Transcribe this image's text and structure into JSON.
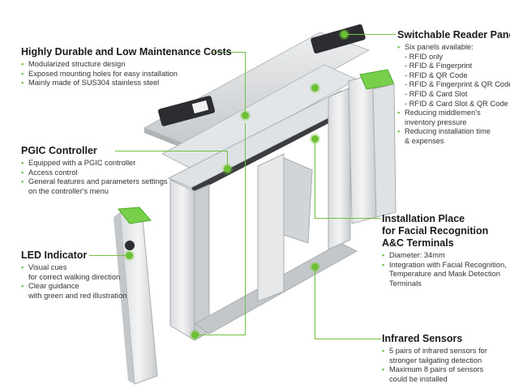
{
  "accent": "#74c043",
  "sections": {
    "durable": {
      "title": "Highly Durable and Low Maintenance Costs",
      "items": [
        "Modularized structure design",
        "Exposed mounting holes for easy installation",
        "Mainly made of SUS304 stainless steel"
      ]
    },
    "pgic": {
      "title": "PGIC Controller",
      "items": [
        "Equipped with a PGIC controller",
        "Access control",
        "General features and parameters settings",
        "on the controller's menu"
      ]
    },
    "led": {
      "title": "LED Indicator",
      "items": [
        "Visual cues",
        "for correct walking direction",
        "Clear guidance",
        "with green and red illustration"
      ]
    },
    "reader": {
      "title": "Switchable Reader Panel",
      "items": [
        "Six panels available:",
        "- RFID only",
        "- RFID & Fingerprint",
        "- RFID & QR Code",
        "- RFID & Fingerprint & QR Code",
        "- RFID & Card Slot",
        "- RFID & Card Slot & QR Code",
        "Reducing middlemen's",
        "inventory pressure",
        "Reducing installation time",
        "& expenses"
      ]
    },
    "install": {
      "title_lines": [
        "Installation Place",
        "for Facial Recognition",
        "A&C Terminals"
      ],
      "items": [
        "Diameter: 34mm",
        "Integration with Facial Recognition,",
        "Temperature and Mask Detection",
        "Terminals"
      ]
    },
    "infrared": {
      "title": "Infrared Sensors",
      "items": [
        "5 pairs of infrared sensors for",
        "stronger tailgating detection",
        "Maximum 8 pairs of sensors",
        "could be installed"
      ]
    }
  }
}
